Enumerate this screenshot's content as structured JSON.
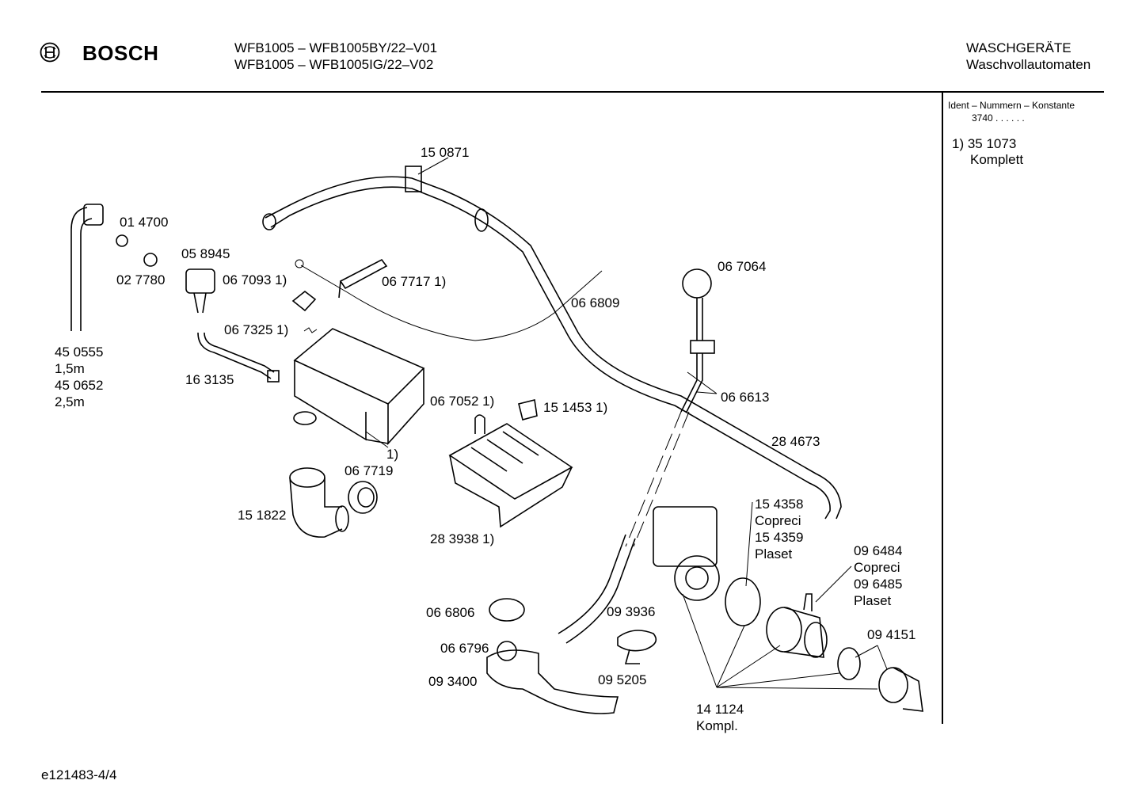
{
  "header": {
    "brand": "BOSCH",
    "models": [
      "WFB1005 – WFB1005BY/22–V01",
      "WFB1005 – WFB1005IG/22–V02"
    ],
    "category": "WASCHGERÄTE",
    "subcategory": "Waschvollautomaten"
  },
  "side_panel": {
    "ident_label": "Ident – Nummern – Konstante",
    "ident_value": "3740 . .   . . . .",
    "note_number": "1) 35 1073",
    "note_text": "Komplett"
  },
  "labels": {
    "p150871": "15 0871",
    "p014700": "01 4700",
    "p058945": "05 8945",
    "p027780": "02 7780",
    "p067093": "06 7093 1)",
    "p067717": "06 7717  1)",
    "p067064": "06 7064",
    "p066809": "06 6809",
    "p067325": "06 7325 1)",
    "p450555": "45 0555",
    "len1": "1,5m",
    "p450652": "45 0652",
    "len2": "2,5m",
    "p163135": "16 3135",
    "p066613": "06 6613",
    "p067052": "06 7052  1)",
    "p151453": "15 1453  1)",
    "p284673": "28 4673",
    "note1": "1)",
    "p067719": "06 7719",
    "p151822": "15 1822",
    "p154358": "15 4358",
    "copreci1": "Copreci",
    "p154359": "15 4359",
    "plaset1": "Plaset",
    "p283938": "28 3938 1)",
    "p096484": "09 6484",
    "copreci2": "Copreci",
    "p096485": "09 6485",
    "plaset2": "Plaset",
    "p066806": "06 6806",
    "p093936": "09 3936",
    "p094151": "09 4151",
    "p066796": "06 6796",
    "p093400": "09 3400",
    "p095205": "09 5205",
    "p141124": "14 1124",
    "kompl": "Kompl."
  },
  "footer": {
    "doc_id": "e121483-4/4"
  }
}
